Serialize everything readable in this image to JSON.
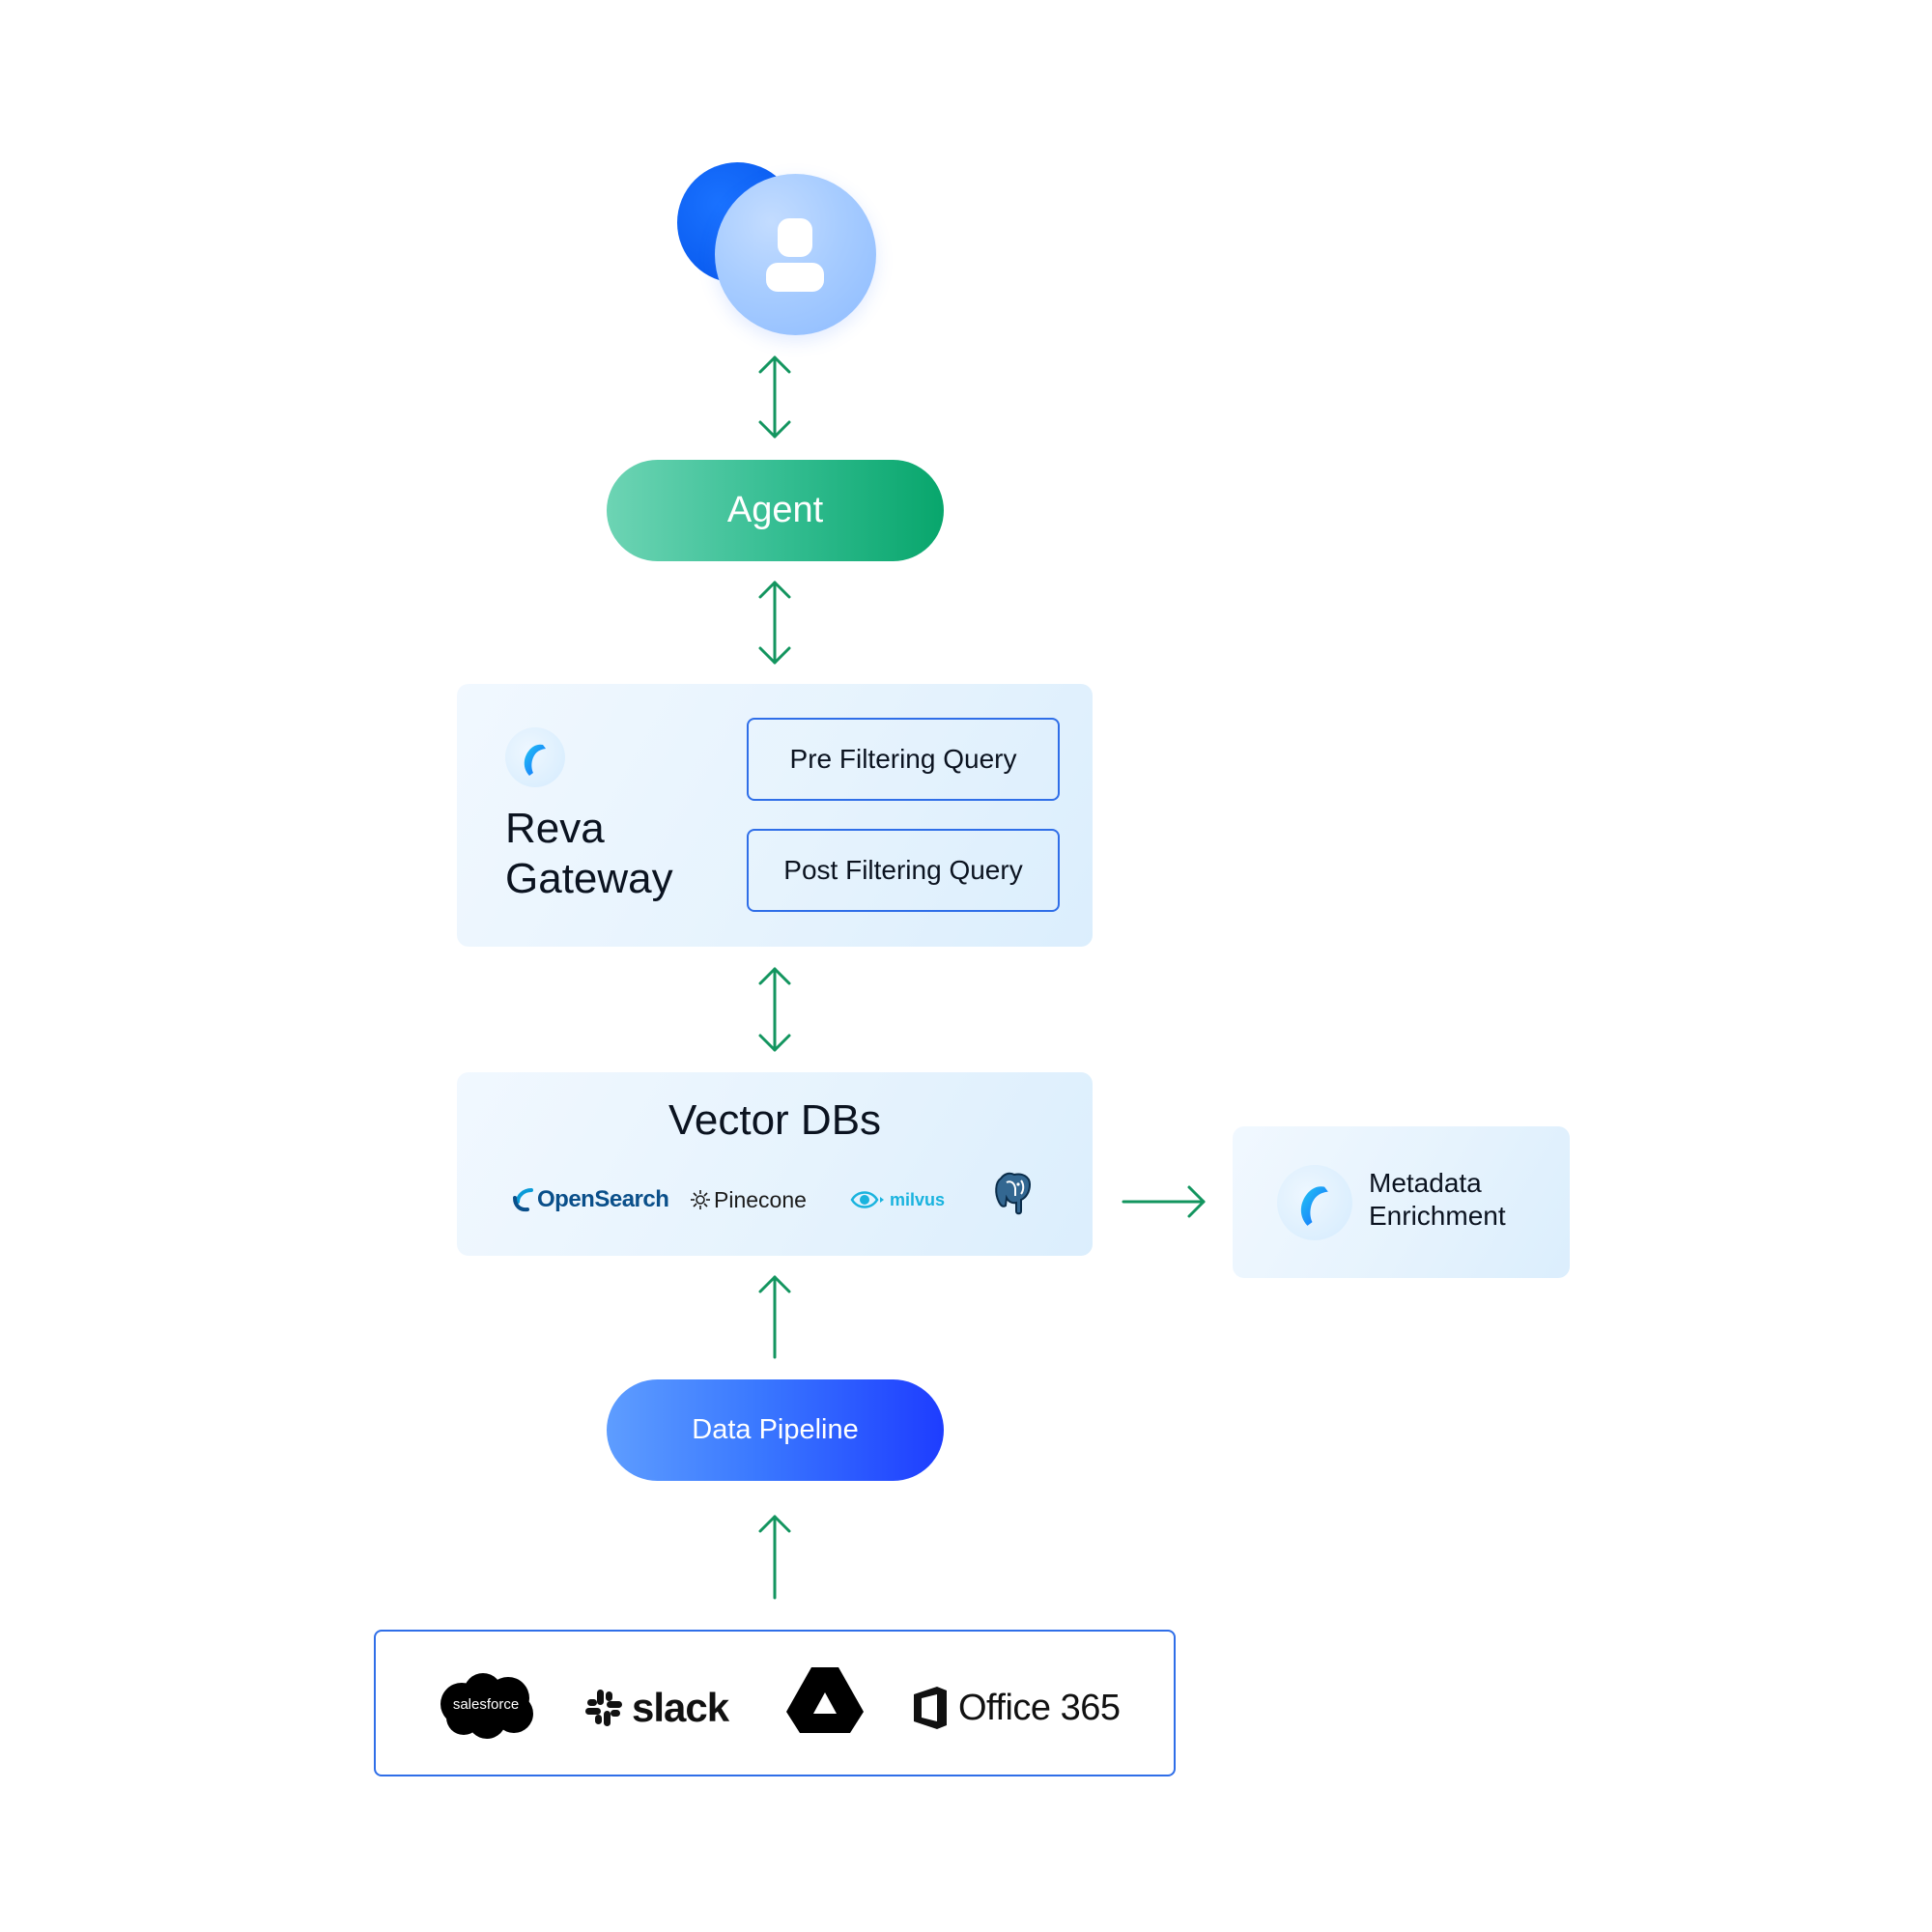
{
  "nodes": {
    "agent": {
      "label": "Agent"
    },
    "gateway": {
      "title_line1": "Reva",
      "title_line2": "Gateway",
      "queries": [
        "Pre Filtering Query",
        "Post Filtering Query"
      ]
    },
    "vector_dbs": {
      "title": "Vector DBs",
      "logos": {
        "opensearch": "OpenSearch",
        "pinecone": "Pinecone",
        "milvus": "milvus",
        "postgres_icon": "postgresql-elephant-icon"
      }
    },
    "metadata": {
      "line1": "Metadata",
      "line2": "Enrichment"
    },
    "data_pipeline": {
      "label": "Data Pipeline"
    },
    "sources": {
      "salesforce": "salesforce",
      "slack": "slack",
      "drive_icon": "google-drive-icon",
      "office": "Office 365"
    }
  },
  "colors": {
    "arrow": "#13955f",
    "agent_gradient_end": "#08a66c",
    "pipeline_gradient_end": "#1e3dff",
    "border_blue": "#2f6ee8",
    "panel_bg": "#e6f3fd"
  },
  "edges": [
    {
      "from": "user",
      "to": "agent",
      "direction": "both"
    },
    {
      "from": "agent",
      "to": "gateway",
      "direction": "both"
    },
    {
      "from": "gateway",
      "to": "vector_dbs",
      "direction": "both"
    },
    {
      "from": "data_pipeline",
      "to": "vector_dbs",
      "direction": "forward"
    },
    {
      "from": "sources",
      "to": "data_pipeline",
      "direction": "forward"
    },
    {
      "from": "vector_dbs",
      "to": "metadata",
      "direction": "forward"
    }
  ]
}
